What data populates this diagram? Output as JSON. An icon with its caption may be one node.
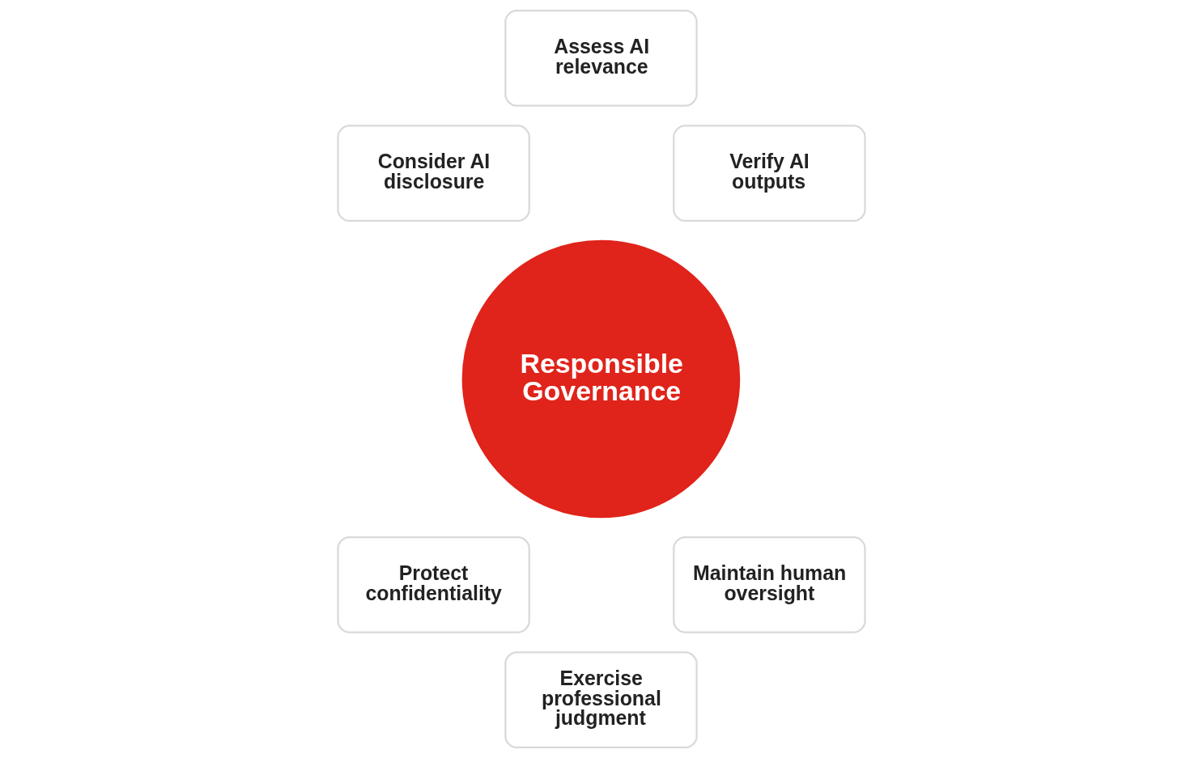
{
  "diagram": {
    "nodes": [
      {
        "text": [
          "Assess AI relevance"
        ]
      },
      {
        "text": [
          "Consider AI disclosure"
        ]
      },
      {
        "text": [
          "Verify AI outputs"
        ]
      },
      {
        "text": [
          "Responsible Governance"
        ]
      },
      {
        "text": [
          "Protect confidentiality"
        ]
      },
      {
        "text": [
          "Maintain human oversight"
        ]
      },
      {
        "text": [
          "Exercise professional judgment"
        ]
      }
    ],
    "edges": []
  }
}
